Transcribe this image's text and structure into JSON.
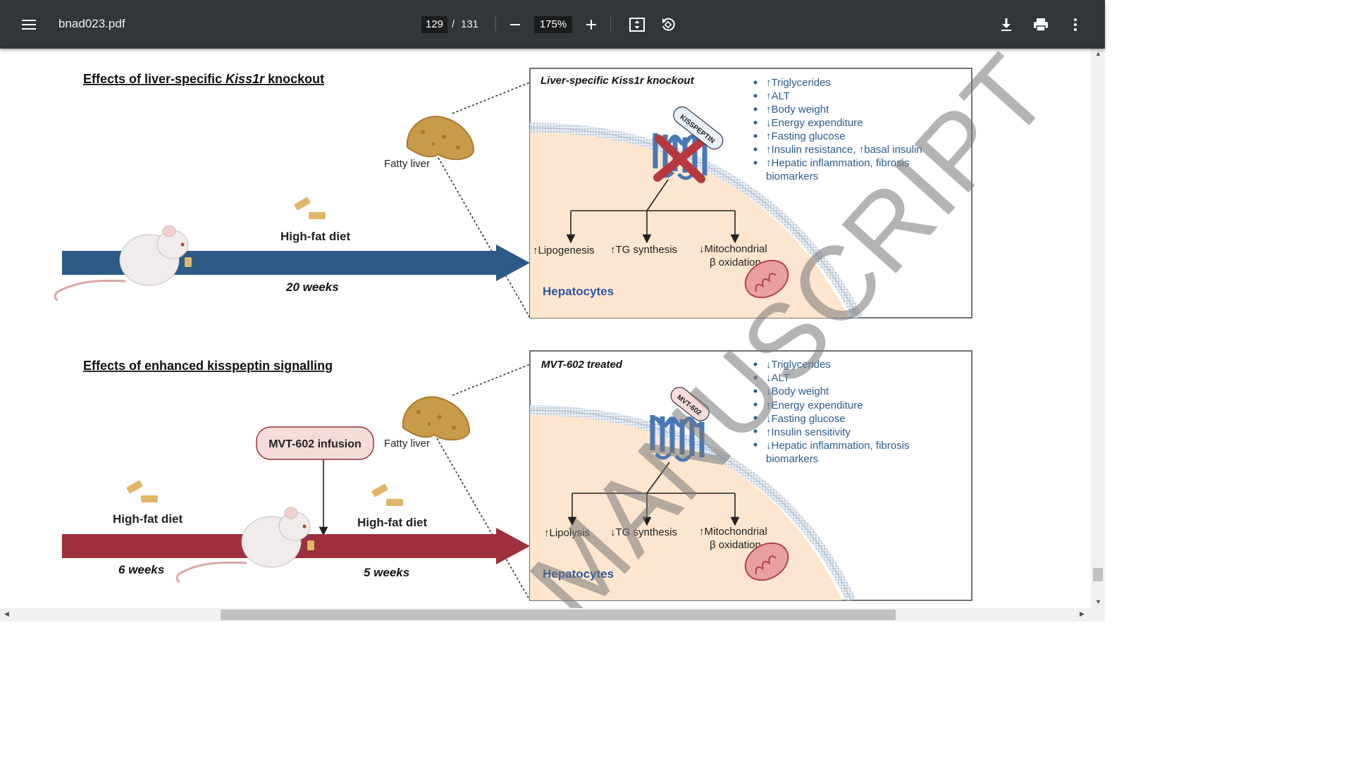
{
  "viewer": {
    "file_name": "bnad023.pdf",
    "current_page": "129",
    "page_separator": "/",
    "total_pages": "131",
    "zoom": "175%",
    "icons": [
      "menu-icon",
      "zoom-out-icon",
      "zoom-in-icon",
      "fit-page-icon",
      "rotate-icon",
      "download-icon",
      "print-icon",
      "more-icon"
    ]
  },
  "figure": {
    "top_panel": {
      "title_pre": "Effects of liver-specific ",
      "title_gene": "Kiss1r",
      "title_post": " knockout",
      "fatty_liver": "Fatty liver",
      "diet": "High-fat diet",
      "duration": "20 weeks",
      "box_title": "Liver-specific Kiss1r knockout",
      "receptor_label": "KISSPEPTIN",
      "effects": [
        "↑Triglycerides",
        "↑ALT",
        "↑Body weight",
        "↓Energy expenditure",
        "↑Fasting glucose",
        "↑Insulin resistance, ↑basal insulin",
        "↑Hepatic inflammation, fibrosis",
        "biomarkers"
      ],
      "pathways": [
        "↑Lipogenesis",
        "↑TG synthesis",
        "↓Mitochondrial",
        "β oxidation"
      ],
      "cell_label": "Hepatocytes",
      "arrow_color": "#2e5a86"
    },
    "bottom_panel": {
      "title": "Effects of enhanced kisspeptin signalling",
      "fatty_liver": "Fatty liver",
      "infusion": "MVT-602 infusion",
      "diet_1": "High-fat diet",
      "duration_1": "6 weeks",
      "diet_2": "High-fat diet",
      "duration_2": "5 weeks",
      "box_title": "MVT-602 treated",
      "receptor_label": "MVT-602",
      "effects": [
        "↓Triglycerides",
        "↓ALT",
        "↓Body weight",
        "↑Energy expenditure",
        "↓Fasting glucose",
        "↑Insulin sensitivity",
        "↓Hepatic inflammation, fibrosis",
        "biomarkers"
      ],
      "pathways": [
        "↑Lipolysis",
        "↓TG synthesis",
        "↑Mitochondrial",
        "β oxidation"
      ],
      "cell_label": "Hepatocytes",
      "arrow_color": "#9e2f3c"
    },
    "watermark": "MANUSCRIPT"
  }
}
